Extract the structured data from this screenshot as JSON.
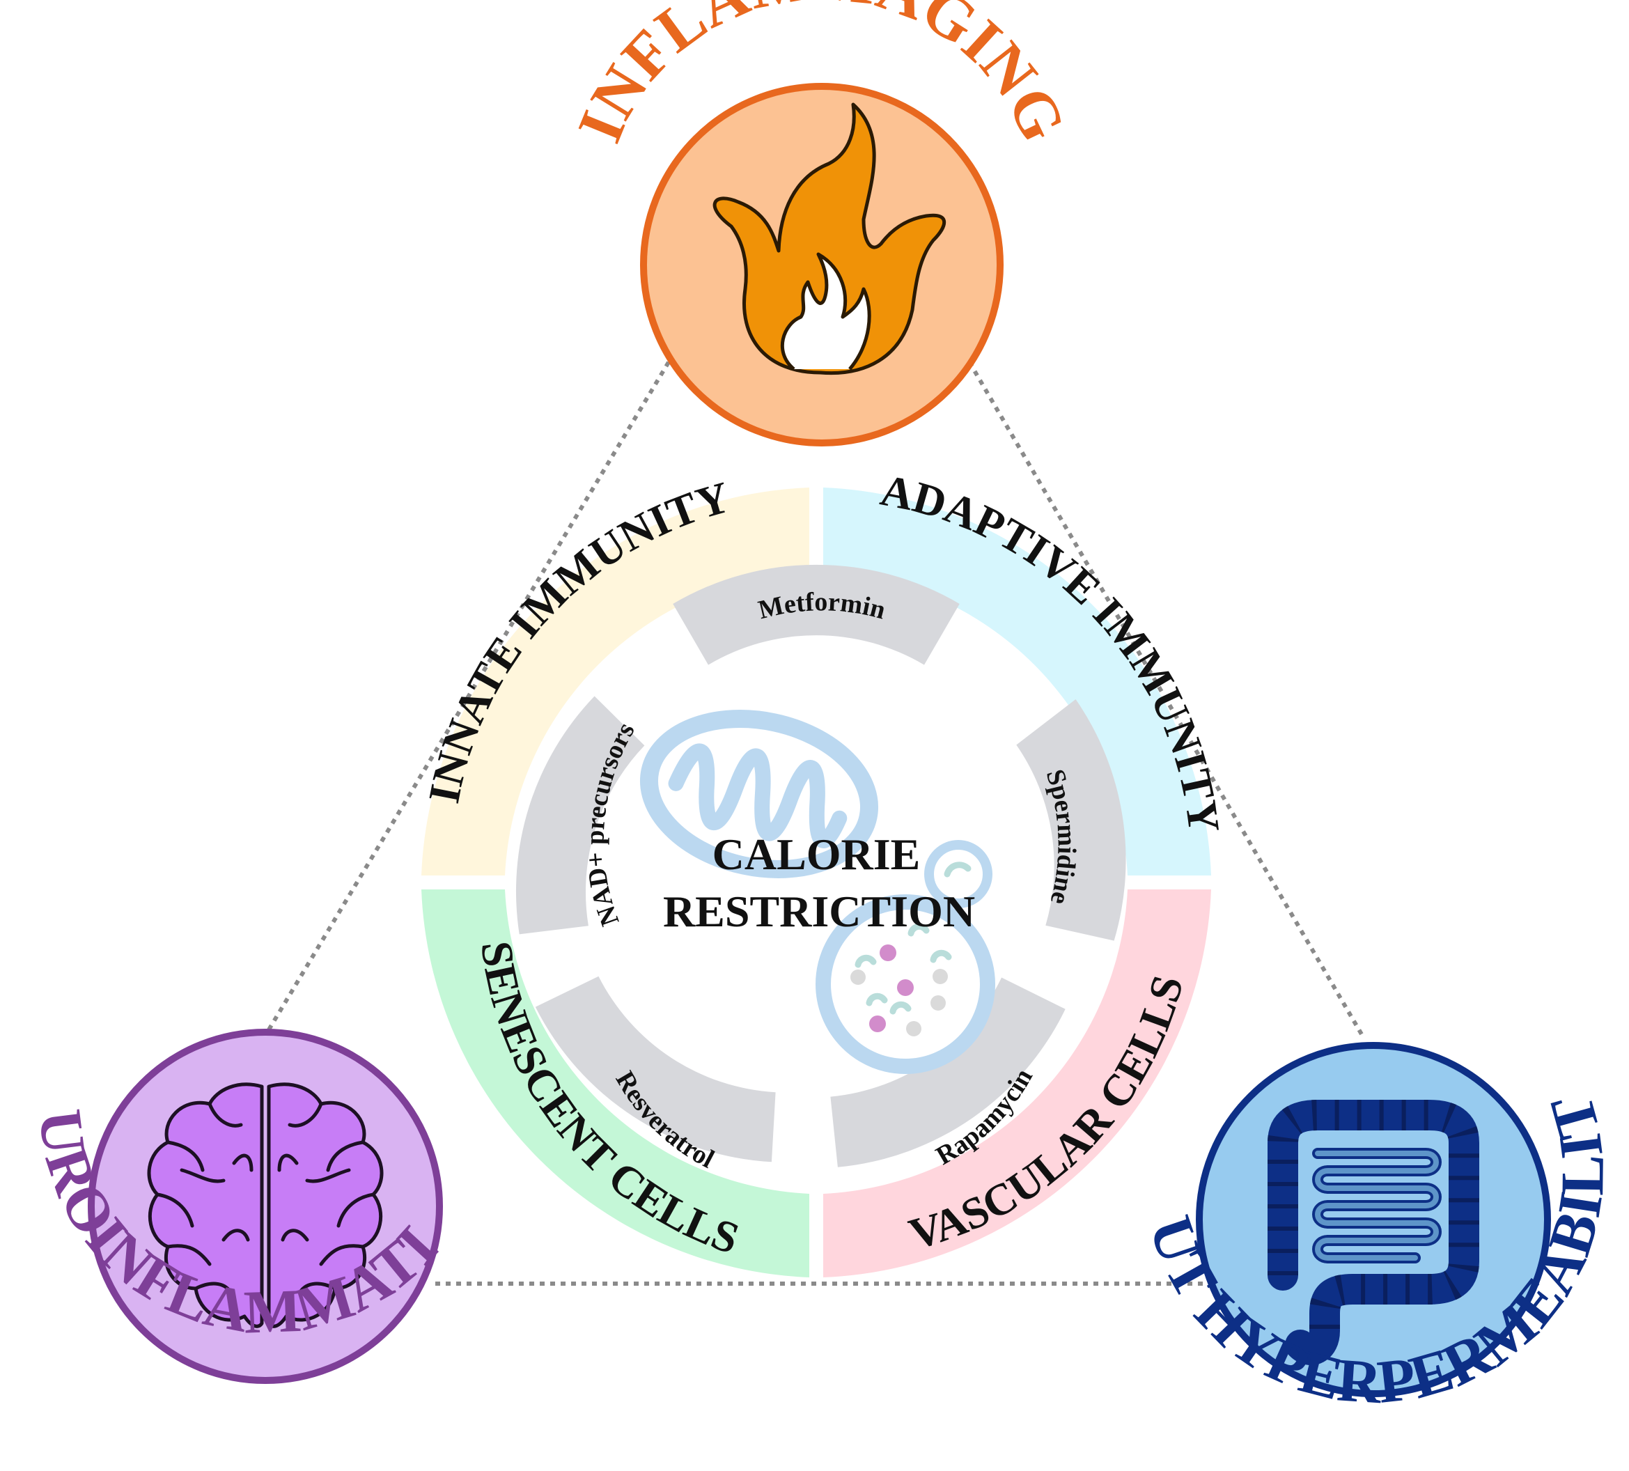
{
  "colors": {
    "inflammaging": "#E8681E",
    "inflammaging_fill": "#FCC293",
    "neuro": "#7E3F98",
    "neuro_fill": "#D9B3F2",
    "gut": "#0D2F86",
    "gut_fill": "#97CBEF",
    "dotted_line": "#8A8A8A",
    "innate_fill": "#FFF6DC",
    "adaptive_fill": "#D6F6FD",
    "senescent_fill": "#C4F7D7",
    "vascular_fill": "#FFD6DD",
    "intervention_fill": "#D7D8DC",
    "text_dark": "#111111"
  },
  "nodes": {
    "inflammaging": {
      "label": "INFLAMMAGING",
      "icon": "flame-icon"
    },
    "neuroinflammation": {
      "label": "NEUROINFLAMMATION",
      "icon": "brain-icon"
    },
    "gut": {
      "label": "GUT HYPERPERMEABILITY",
      "icon": "intestine-icon"
    }
  },
  "ring": {
    "innate": "INNATE IMMUNITY",
    "adaptive": "ADAPTIVE IMMUNITY",
    "senescent": "SENESCENT CELLS",
    "vascular": "VASCULAR CELLS"
  },
  "interventions": {
    "metformin": "Metformin",
    "spermidine": "Spermidine",
    "rapamycin": "Rapamycin",
    "resveratrol": "Resveratrol",
    "nad": "NAD+ precursors"
  },
  "center": {
    "line1": "CALORIE",
    "line2": "RESTRICTION",
    "icons": [
      "mitochondrion-icon",
      "cell-vesicle-icon"
    ]
  }
}
